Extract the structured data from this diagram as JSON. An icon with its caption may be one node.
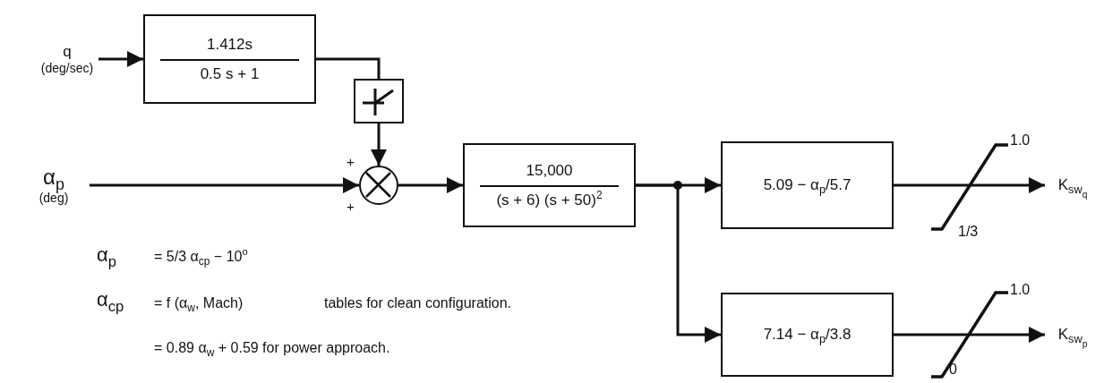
{
  "diagram": {
    "nodes": [
      {
        "text": [
          "q",
          "(deg/sec)"
        ]
      },
      {
        "text": [
          "1.412s",
          "0.5 s + 1"
        ]
      },
      {
        "text": [],
        "shape": "box"
      },
      {
        "text": [
          "α$_{p}$",
          "(deg)"
        ]
      },
      {
        "text": [],
        "shape": "circle",
        "beside": [
          "+",
          "+"
        ]
      },
      {
        "text": [
          "15,000",
          "(s + 6)  (s + 50)$^{2}$"
        ]
      },
      {
        "text": [
          "5.09 − α$_{p}$/5.7"
        ]
      },
      {
        "text": [
          "7.14 − α$_{p}$/3.8"
        ]
      },
      {
        "text": [
          "K$_{sw}$$_{q}$"
        ]
      },
      {
        "text": [
          "K$_{sw}$$_{p}$"
        ]
      }
    ],
    "edges": [
      {
        "from": 0,
        "to": 1,
        "arrow": "to"
      },
      {
        "from": 1,
        "to": 2,
        "arrow": "none"
      },
      {
        "from": 2,
        "to": 4,
        "arrow": "to"
      },
      {
        "from": 3,
        "to": 4,
        "arrow": "to"
      },
      {
        "from": 4,
        "to": 5,
        "arrow": "to"
      },
      {
        "from": 5,
        "to": 6,
        "arrow": "to"
      },
      {
        "from": 5,
        "to": 7,
        "arrow": "to"
      },
      {
        "from": 6,
        "to": 8,
        "arrow": "to"
      },
      {
        "from": 7,
        "to": 9,
        "arrow": "to"
      }
    ],
    "labels": [
      "1.0",
      "1/3",
      "1.0",
      "0",
      "α$_{p}$",
      "= 5/3  α$_{cp}$ − 10$^{o}$",
      "α$_{cp}$",
      "= f (α$_{w}$, Mach)",
      "tables for clean configuration.",
      "= 0.89 α$_{w}$ + 0.59 for power approach."
    ]
  }
}
